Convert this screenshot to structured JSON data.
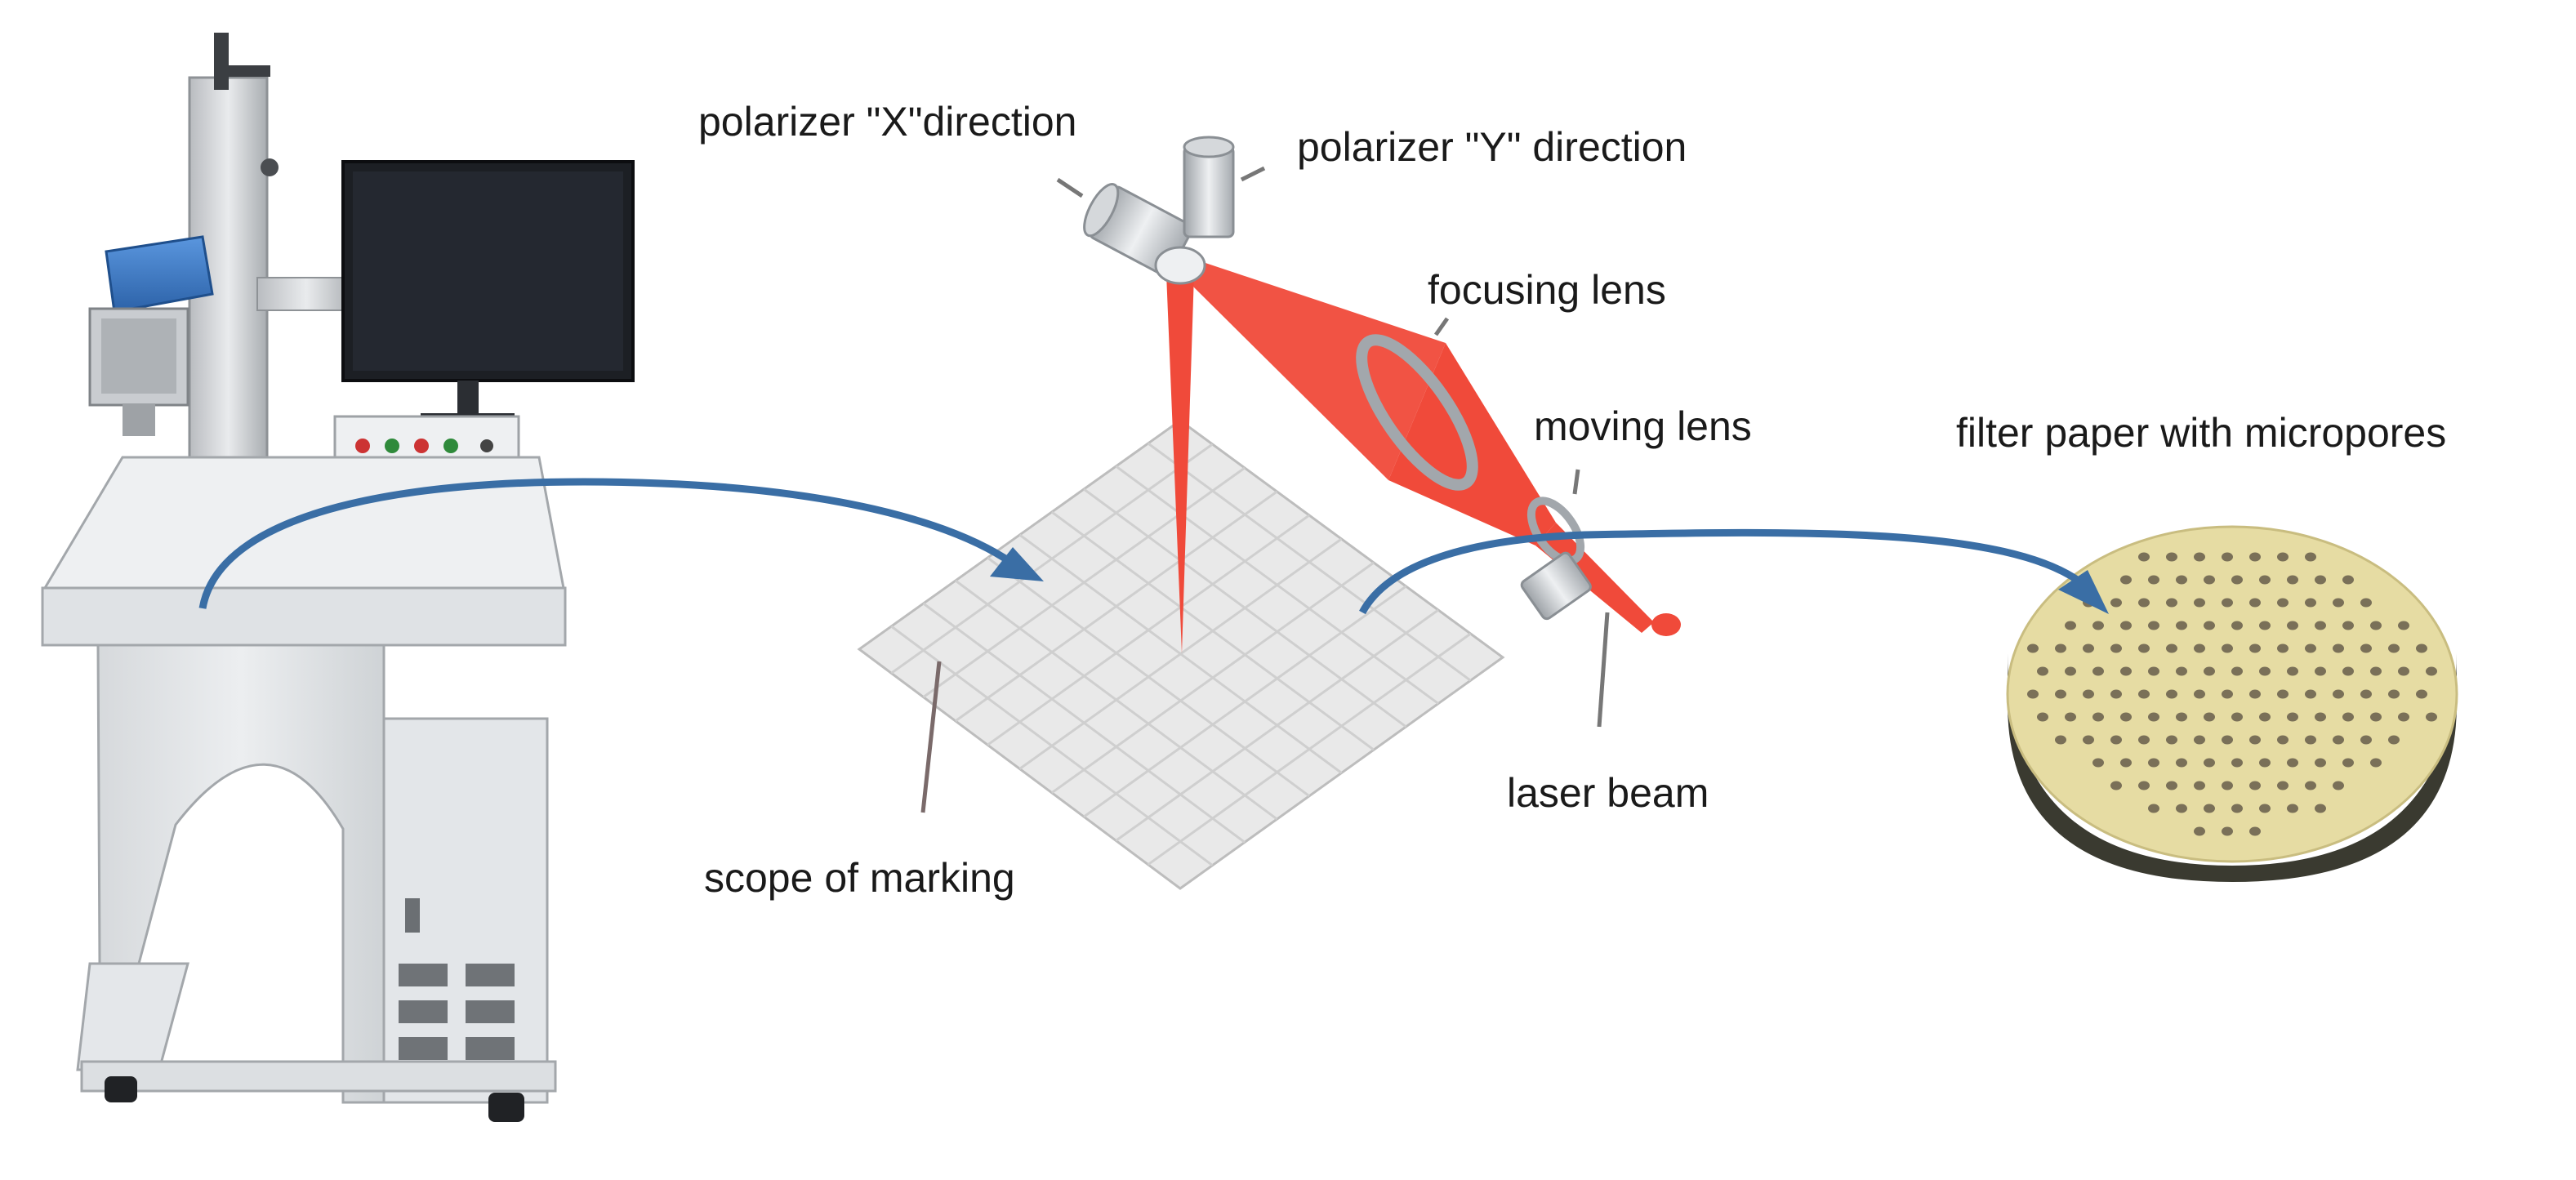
{
  "labels": {
    "polarizer_x": "polarizer \"X\"direction",
    "polarizer_y": "polarizer \"Y\" direction",
    "focusing_lens": "focusing lens",
    "moving_lens": "moving lens",
    "filter_paper": "filter paper with micropores",
    "laser_beam": "laser beam",
    "scope_of_marking": "scope of marking"
  },
  "colors": {
    "laser_beam": "#f04a3a",
    "arrow": "#3a6ea5",
    "filter_paper": "#e6dca3",
    "filter_paper_edge": "#3a3a30",
    "machine_body": "#e4e6e8",
    "monitor": "#1c1f24",
    "laser_head": "#3e7ec8",
    "marking_grid": "#e7e7e7"
  },
  "micropore_rows": [
    7,
    9,
    11,
    13,
    15,
    15,
    15,
    15,
    13,
    11,
    9,
    7,
    3
  ]
}
